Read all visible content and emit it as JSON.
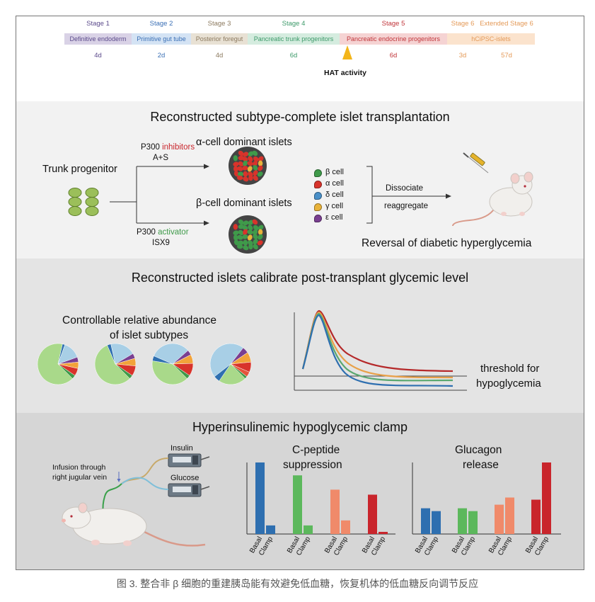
{
  "timeline": {
    "stages": [
      {
        "name": "Stage 1",
        "bar": "Definitive endoderm",
        "days": "4d",
        "color": "#5b4a8b",
        "bg": "#d9d2e6"
      },
      {
        "name": "Stage 2",
        "bar": "Primitive gut tube",
        "days": "2d",
        "color": "#3a6fb5",
        "bg": "#d4e3f4"
      },
      {
        "name": "Stage 3",
        "bar": "Posterior foregut",
        "days": "4d",
        "color": "#8c7a5f",
        "bg": "#e8e1d4"
      },
      {
        "name": "Stage 4",
        "bar": "Pancreatic trunk progenitors",
        "days": "6d",
        "color": "#3d9a6a",
        "bg": "#d5ecdf"
      },
      {
        "name": "Stage 5",
        "bar": "Pancreatic endocrine progenitors",
        "days": "6d",
        "color": "#c0353a",
        "bg": "#f5d3d3"
      },
      {
        "name": "Stage 6",
        "bar": "hCiPSC-islets",
        "days": "3d",
        "color": "#e49a58",
        "bg": "#fbe3cd"
      },
      {
        "name": "Extended Stage 6",
        "bar": "",
        "days": "57d",
        "color": "#e49a58",
        "bg": "#fbe3cd"
      }
    ],
    "marker_label": "HAT activity"
  },
  "panel1": {
    "title": "Reconstructed subtype-complete islet transplantation",
    "trunk_label": "Trunk progenitor",
    "inhibitor_prefix": "P300 ",
    "inhibitor_word": "inhibitors",
    "inhibitor_drug": "A+S",
    "alpha_islets": "α-cell dominant islets",
    "beta_islets": "β-cell dominant islets",
    "activator_prefix": "P300 ",
    "activator_word": "activator",
    "activator_drug": "ISX9",
    "legend": [
      {
        "label": "β cell",
        "color": "#3f9a4a"
      },
      {
        "label": "α cell",
        "color": "#d8332b"
      },
      {
        "label": "δ cell",
        "color": "#4a90c8"
      },
      {
        "label": "γ cell",
        "color": "#e8b23a"
      },
      {
        "label": "ε cell",
        "color": "#7a3f91"
      }
    ],
    "dissociate": "Dissociate",
    "reaggregate": "reaggregate",
    "reversal": "Reversal of diabetic hyperglycemia"
  },
  "panel2": {
    "title": "Reconstructed islets calibrate post-transplant glycemic level",
    "subtitle_line1": "Controllable relative abundance",
    "subtitle_line2": "of islet subtypes",
    "threshold_line1": "threshold for",
    "threshold_line2": "hypoglycemia",
    "pies": [
      [
        {
          "v": 0.66,
          "c": "#a9d98a"
        },
        {
          "v": 0.02,
          "c": "#2e6fb0"
        },
        {
          "v": 0.14,
          "c": "#a8cfe6"
        },
        {
          "v": 0.04,
          "c": "#7a3f91"
        },
        {
          "v": 0.05,
          "c": "#f2a33a"
        },
        {
          "v": 0.06,
          "c": "#d8332b"
        },
        {
          "v": 0.03,
          "c": "#3f9a4a"
        }
      ],
      [
        {
          "v": 0.56,
          "c": "#a9d98a"
        },
        {
          "v": 0.03,
          "c": "#2e6fb0"
        },
        {
          "v": 0.2,
          "c": "#a8cfe6"
        },
        {
          "v": 0.04,
          "c": "#7a3f91"
        },
        {
          "v": 0.06,
          "c": "#f2a33a"
        },
        {
          "v": 0.08,
          "c": "#d8332b"
        },
        {
          "v": 0.03,
          "c": "#3f9a4a"
        }
      ],
      [
        {
          "v": 0.4,
          "c": "#a9d98a"
        },
        {
          "v": 0.04,
          "c": "#2e6fb0"
        },
        {
          "v": 0.32,
          "c": "#a8cfe6"
        },
        {
          "v": 0.04,
          "c": "#7a3f91"
        },
        {
          "v": 0.07,
          "c": "#f2a33a"
        },
        {
          "v": 0.1,
          "c": "#d8332b"
        },
        {
          "v": 0.03,
          "c": "#3f9a4a"
        }
      ],
      [
        {
          "v": 0.22,
          "c": "#a9d98a"
        },
        {
          "v": 0.05,
          "c": "#2e6fb0"
        },
        {
          "v": 0.46,
          "c": "#a8cfe6"
        },
        {
          "v": 0.05,
          "c": "#7a3f91"
        },
        {
          "v": 0.08,
          "c": "#f2a33a"
        },
        {
          "v": 0.08,
          "c": "#d8332b"
        },
        {
          "v": 0.04,
          "c": "#e5533a"
        },
        {
          "v": 0.02,
          "c": "#3f9a4a"
        }
      ]
    ],
    "curve_colors": [
      "#b5292a",
      "#e8a048",
      "#5aa870",
      "#2e6fb0"
    ]
  },
  "panel3": {
    "title": "Hyperinsulinemic hypoglycemic clamp",
    "infusion_line1": "Infusion through",
    "infusion_line2": "right jugular vein",
    "insulin": "Insulin",
    "glucose": "Glucose",
    "cpep_line1": "C-peptide",
    "cpep_line2": "suppression",
    "gluc_line1": "Glucagon",
    "gluc_line2": "release",
    "xlabels": [
      "Basal",
      "Clamp"
    ],
    "bar_colors": [
      "#2e6fb0",
      "#5cb85c",
      "#f08a6a",
      "#c9252c"
    ]
  },
  "chart_data": [
    {
      "type": "bar",
      "title": "C-peptide suppression",
      "categories": [
        "Basal",
        "Clamp",
        "Basal",
        "Clamp",
        "Basal",
        "Clamp",
        "Basal",
        "Clamp"
      ],
      "values": [
        1.0,
        0.12,
        0.82,
        0.12,
        0.62,
        0.19,
        0.55,
        0.03
      ],
      "colors": [
        "#2e6fb0",
        "#2e6fb0",
        "#5cb85c",
        "#5cb85c",
        "#f08a6a",
        "#f08a6a",
        "#c9252c",
        "#c9252c"
      ]
    },
    {
      "type": "bar",
      "title": "Glucagon release",
      "categories": [
        "Basal",
        "Clamp",
        "Basal",
        "Clamp",
        "Basal",
        "Clamp",
        "Basal",
        "Clamp"
      ],
      "values": [
        0.36,
        0.32,
        0.36,
        0.32,
        0.41,
        0.51,
        0.48,
        1.0
      ],
      "colors": [
        "#2e6fb0",
        "#2e6fb0",
        "#5cb85c",
        "#5cb85c",
        "#f08a6a",
        "#f08a6a",
        "#c9252c",
        "#c9252c"
      ]
    }
  ],
  "caption": "图 3. 整合非 β 细胞的重建胰岛能有效避免低血糖，恢复机体的低血糖反向调节反应"
}
